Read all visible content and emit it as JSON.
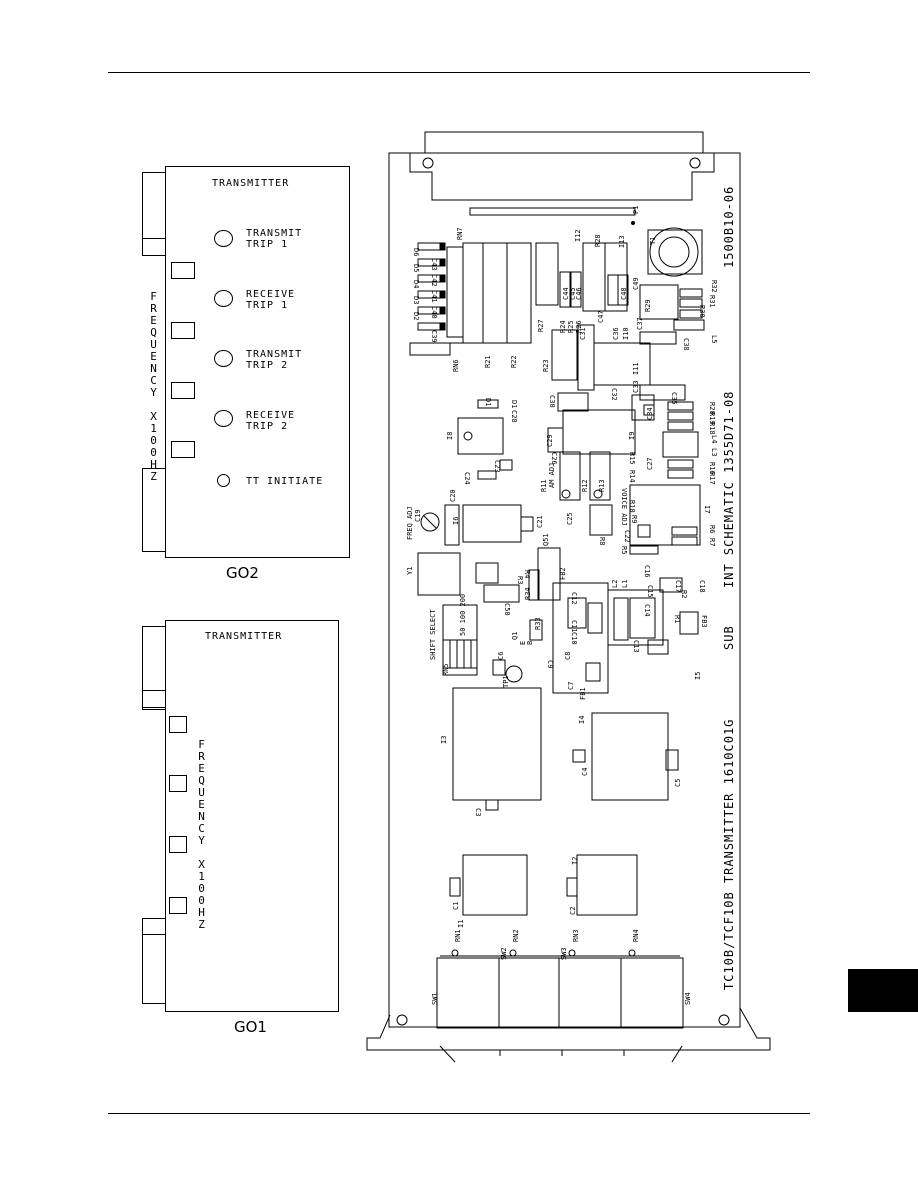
{
  "go2": {
    "title": "TRANSMITTER",
    "freq_label": "FREQUENCY X100HZ",
    "led1": "TRANSMIT\nTRIP 1",
    "led2": "RECEIVE\nTRIP 1",
    "led3": "TRANSMIT\nTRIP 2",
    "led4": "RECEIVE\nTRIP 2",
    "led5": "TT INITIATE",
    "caption": "GO2"
  },
  "go1": {
    "title": "TRANSMITTER",
    "freq_label": "FREQUENCY X100HZ",
    "caption": "GO1"
  },
  "board": {
    "title1": "TC10B/TCF10B TRANSMITTER 1610C01G",
    "sub": "SUB",
    "title2": "INT SCHEMATIC 1355D71-08",
    "title3": "1500B10-06",
    "freq_adj": "FREQ ADJ",
    "shift_select": "SHIFT SELECT",
    "shift_vals": "50 100 200",
    "am_adj": "AM ADJ",
    "voice_adj": "VOICE ADJ",
    "refs": {
      "P1": "P1",
      "RN7": "RN7",
      "RN6": "RN6",
      "RN5": "RN5",
      "D6": "D6",
      "D5": "D5",
      "D4": "D4",
      "D3": "D3",
      "D2": "D2",
      "D1": "D1",
      "C43": "C43",
      "C42": "C42",
      "C41": "C41",
      "C40": "C40",
      "C39": "C39",
      "C38": "C38",
      "C37": "C37",
      "C36": "C36",
      "C35": "C35",
      "C34": "C34",
      "C33": "C33",
      "C32": "C32",
      "C31": "C31",
      "C30": "C30",
      "C29": "C29",
      "C28": "C28",
      "C27": "C27",
      "C26": "C26",
      "C25": "C25",
      "C24": "C24",
      "C23": "C23",
      "C22": "C22",
      "C21": "C21",
      "C20": "C20",
      "C19": "C19",
      "C18": "C18",
      "C17": "C17",
      "C16": "C16",
      "C15": "C15",
      "C14": "C14",
      "C13": "C13",
      "C12": "C12",
      "C11": "C11",
      "C10": "C10",
      "C9": "C9",
      "C8": "C8",
      "C7": "C7",
      "C6": "C6",
      "C5": "C5",
      "C4": "C4",
      "C3": "C3",
      "C2": "C2",
      "C1": "C1",
      "C44": "C44",
      "C45": "C45",
      "C46": "C46",
      "C47": "C47",
      "C48": "C48",
      "C49": "C49",
      "C50": "C50",
      "R1": "R1",
      "R2": "R2",
      "R3": "R3",
      "R4": "R4",
      "R5": "R5",
      "R6": "R6",
      "R7": "R7",
      "R8": "R8",
      "R9": "R9",
      "R10": "R10",
      "R11": "R11",
      "R12": "R12",
      "R13": "R13",
      "R14": "R14",
      "R15": "R15",
      "R16": "R16",
      "R17": "R17",
      "R18": "R18",
      "R19": "R19",
      "R20": "R20",
      "R21": "R21",
      "R22": "R22",
      "R23": "R23",
      "R24": "R24",
      "R25": "R25",
      "R26": "R26",
      "R27": "R27",
      "R28": "R28",
      "R29": "R29",
      "R30": "R30",
      "R31": "R31",
      "R32": "R32",
      "R33": "R33",
      "R34": "R34",
      "I1": "I1",
      "I2": "I2",
      "I3": "I3",
      "I4": "I4",
      "I5": "I5",
      "I6": "I6",
      "I7": "I7",
      "I8": "I8",
      "I9": "I9",
      "I10": "I10",
      "I11": "I11",
      "I12": "I12",
      "I13": "I13",
      "T1": "T1",
      "Y1": "Y1",
      "Q1": "Q1",
      "Q51": "Q51",
      "L1": "L1",
      "L2": "L2",
      "L3": "L3",
      "L4": "L4",
      "L5": "L5",
      "FB1": "FB1",
      "FB2": "FB2",
      "FB3": "FB3",
      "TP1": "TP1",
      "RN1": "RN1",
      "RN2": "RN2",
      "RN3": "RN3",
      "RN4": "RN4",
      "SW1": "SW1",
      "SW2": "SW2",
      "SW3": "SW3",
      "SW4": "SW4",
      "E": "E",
      "B": "B"
    }
  }
}
